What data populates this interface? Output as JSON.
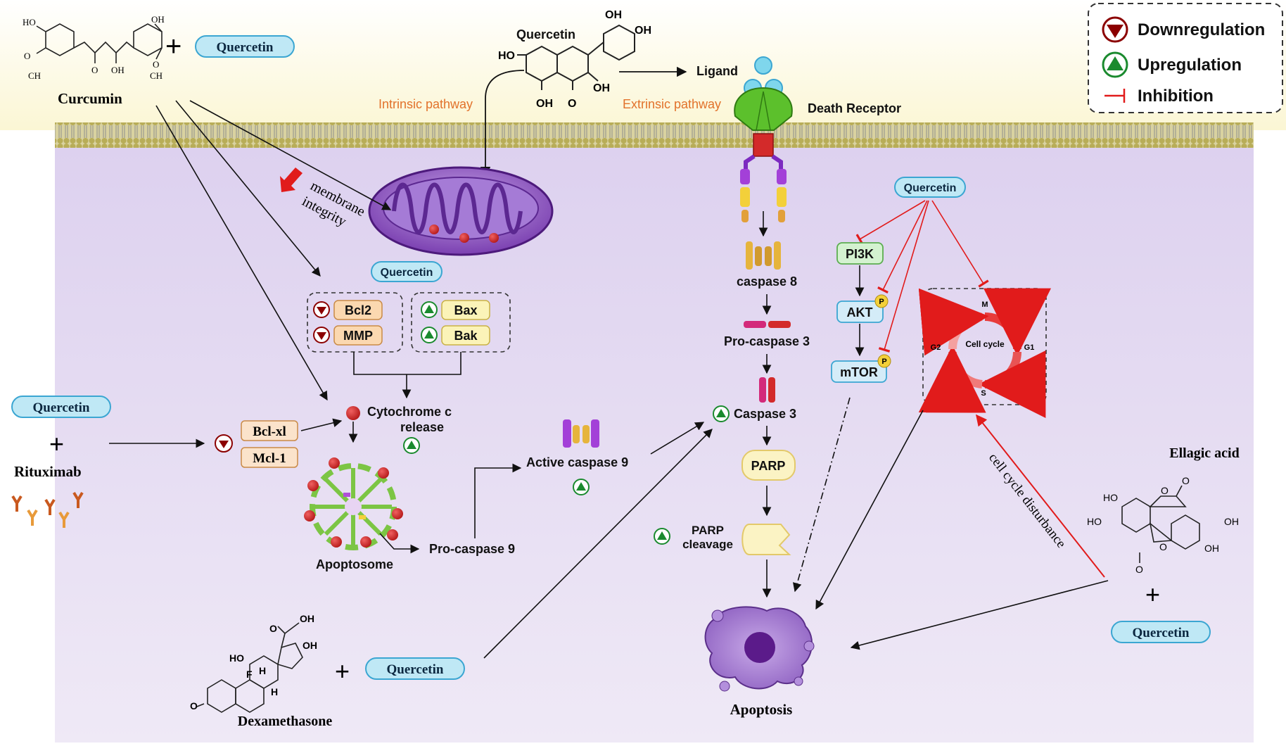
{
  "legend": {
    "downregulation": "Downregulation",
    "upregulation": "Upregulation",
    "inhibition": "Inhibition"
  },
  "molecules": {
    "curcumin": "Curcumin",
    "rituximab": "Rituximab",
    "dexamethasone": "Dexamethasone",
    "ellagic_acid": "Ellagic acid",
    "quercetin_structure_title": "Quercetin"
  },
  "quercetin_pill": "Quercetin",
  "plus": "+",
  "pathways": {
    "intrinsic": "Intrinsic pathway",
    "extrinsic": "Extrinsic pathway",
    "ligand": "Ligand",
    "death_receptor": "Death Receptor",
    "membrane_integrity_line1": "membrane",
    "membrane_integrity_line2": "integrity"
  },
  "proteins": {
    "bcl2": "Bcl2",
    "mmp": "MMP",
    "bax": "Bax",
    "bak": "Bak",
    "bclxl": "Bcl-xl",
    "mcl1": "Mcl-1",
    "pi3k": "PI3K",
    "akt": "AKT",
    "mtor": "mTOR",
    "p": "P",
    "parp": "PARP"
  },
  "labels": {
    "cytochrome_line1": "Cytochrome c",
    "cytochrome_line2": "release",
    "apoptosome": "Apoptosome",
    "pro_caspase9": "Pro-caspase 9",
    "active_caspase9": "Active caspase 9",
    "caspase8": "caspase 8",
    "pro_caspase3": "Pro-caspase 3",
    "caspase3": "Caspase 3",
    "parp_cleavage_line1": "PARP",
    "parp_cleavage_line2": "cleavage",
    "apoptosis": "Apoptosis",
    "cell_cycle_disturbance": "cell cycle disturbance"
  },
  "cell_cycle": {
    "center": "Cell cycle",
    "m": "M",
    "g1": "G1",
    "s": "S",
    "g2": "G2"
  },
  "chem": {
    "ho": "HO",
    "oh": "OH",
    "o": "O",
    "ch3": "CH",
    "f": "F",
    "h": "H"
  },
  "colors": {
    "membrane": "#c9c16a",
    "cytoplasm": "#e9e1f3",
    "pill_fill": "#bfe8f5",
    "pill_stroke": "#3ba6d2",
    "up": "#1a8a2e",
    "down": "#8b0000",
    "inhibition": "#e11b1b"
  }
}
